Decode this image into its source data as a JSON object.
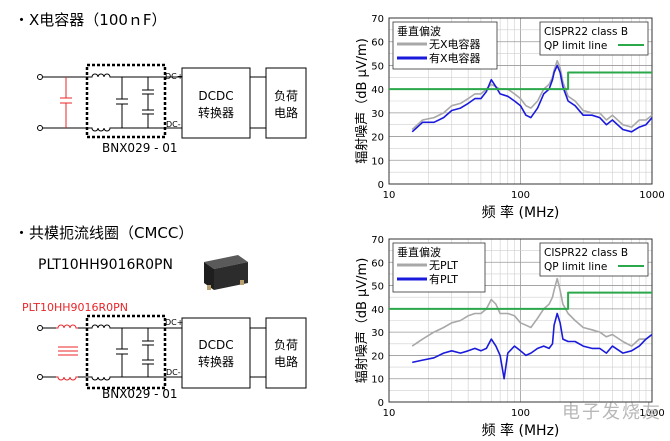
{
  "top": {
    "title": "・X电容器（100ｎF）",
    "module_label": "BNX029 - 01",
    "dc_plus": "DC+",
    "dc_minus": "DC-",
    "dcdc_line1": "DCDC",
    "dcdc_line2": "转换器",
    "load_line1": "负荷",
    "load_line2": "电路"
  },
  "bottom": {
    "title": "・共模扼流线圈（CMCC）",
    "part_number": "PLT10HH9016R0PN",
    "part_number_red": "PLT10HH9016R0PN",
    "module_label": "BNX029 - 01",
    "dc_plus": "DC+",
    "dc_minus": "DC-",
    "dcdc_line1": "DCDC",
    "dcdc_line2": "转换器",
    "load_line1": "负荷",
    "load_line2": "电路"
  },
  "watermark": "电子发烧友",
  "colors": {
    "red": "#e8262a",
    "blue": "#1a1adc",
    "gray": "#a8a8a8",
    "green": "#2aa84a"
  },
  "chart_data": [
    {
      "type": "line",
      "title": "",
      "xlabel": "频 率 (MHz)",
      "ylabel": "辐射噪声（dB μV/m)",
      "x_scale": "log",
      "xlim": [
        10,
        1000
      ],
      "ylim": [
        0,
        70
      ],
      "xticks": [
        "10",
        "100",
        "1000"
      ],
      "yticks": [
        "0",
        "10",
        "20",
        "30",
        "40",
        "50",
        "60",
        "70"
      ],
      "grid": true,
      "legend_title": "垂直偏波",
      "standard_box": [
        "CISPR22 class B",
        "QP limit line"
      ],
      "series": [
        {
          "name": "无X电容器",
          "color": "gray",
          "x": [
            15,
            18,
            22,
            26,
            30,
            35,
            40,
            45,
            50,
            55,
            60,
            65,
            70,
            80,
            90,
            100,
            110,
            120,
            135,
            150,
            165,
            175,
            180,
            190,
            200,
            210,
            230,
            260,
            300,
            350,
            400,
            450,
            500,
            600,
            700,
            800,
            900,
            1000
          ],
          "y": [
            23,
            27,
            28,
            30,
            33,
            34,
            36,
            38,
            38,
            40,
            42,
            41,
            40,
            40,
            38,
            36,
            33,
            32,
            35,
            40,
            42,
            45,
            48,
            52,
            49,
            43,
            37,
            35,
            31,
            30,
            30,
            27,
            29,
            25,
            24,
            27,
            27,
            29
          ]
        },
        {
          "name": "有X电容器",
          "color": "blue",
          "x": [
            15,
            18,
            22,
            26,
            30,
            35,
            40,
            45,
            50,
            55,
            60,
            65,
            70,
            80,
            90,
            100,
            110,
            120,
            135,
            150,
            165,
            175,
            180,
            190,
            200,
            210,
            230,
            260,
            300,
            350,
            400,
            450,
            500,
            600,
            700,
            800,
            900,
            1000
          ],
          "y": [
            22,
            26,
            26,
            28,
            31,
            32,
            34,
            36,
            36,
            39,
            44,
            41,
            38,
            37,
            35,
            33,
            29,
            28,
            32,
            38,
            40,
            44,
            47,
            50,
            47,
            41,
            35,
            33,
            29,
            29,
            28,
            25,
            27,
            23,
            22,
            24,
            25,
            28
          ]
        },
        {
          "name": "QP limit line",
          "color": "green",
          "x": [
            10,
            230,
            230,
            1000
          ],
          "y": [
            40,
            40,
            47,
            47
          ]
        }
      ]
    },
    {
      "type": "line",
      "title": "",
      "xlabel": "频 率 (MHz)",
      "ylabel": "辐射噪声（dB μV/m)",
      "x_scale": "log",
      "xlim": [
        10,
        1000
      ],
      "ylim": [
        0,
        70
      ],
      "xticks": [
        "10",
        "100",
        "1000"
      ],
      "yticks": [
        "0",
        "10",
        "20",
        "30",
        "40",
        "50",
        "60",
        "70"
      ],
      "grid": true,
      "legend_title": "垂直偏波",
      "standard_box": [
        "CISPR22 class B",
        "QP limit line"
      ],
      "series": [
        {
          "name": "无PLT",
          "color": "gray",
          "x": [
            15,
            18,
            22,
            26,
            30,
            35,
            40,
            45,
            50,
            55,
            60,
            65,
            70,
            80,
            90,
            100,
            110,
            120,
            135,
            150,
            165,
            175,
            180,
            190,
            200,
            210,
            230,
            260,
            300,
            350,
            400,
            450,
            500,
            600,
            700,
            800,
            900,
            1000
          ],
          "y": [
            24,
            27,
            30,
            32,
            34,
            35,
            37,
            38,
            38,
            40,
            44,
            42,
            38,
            38,
            37,
            34,
            33,
            32,
            36,
            40,
            42,
            45,
            48,
            53,
            48,
            42,
            38,
            35,
            32,
            31,
            30,
            28,
            29,
            26,
            24,
            27,
            27,
            29
          ]
        },
        {
          "name": "有PLT",
          "color": "blue",
          "x": [
            15,
            18,
            22,
            26,
            30,
            35,
            40,
            45,
            50,
            55,
            60,
            65,
            70,
            75,
            80,
            90,
            100,
            110,
            120,
            135,
            150,
            165,
            175,
            180,
            190,
            200,
            210,
            230,
            260,
            300,
            350,
            400,
            450,
            500,
            600,
            700,
            800,
            900,
            1000
          ],
          "y": [
            17,
            18,
            19,
            21,
            22,
            21,
            22,
            23,
            22,
            23,
            27,
            24,
            20,
            10,
            21,
            24,
            22,
            20,
            21,
            23,
            24,
            23,
            25,
            33,
            38,
            34,
            27,
            26,
            26,
            24,
            23,
            23,
            21,
            24,
            21,
            22,
            24,
            27,
            29
          ]
        },
        {
          "name": "QP limit line",
          "color": "green",
          "x": [
            10,
            230,
            230,
            1000
          ],
          "y": [
            40,
            40,
            47,
            47
          ]
        }
      ]
    }
  ]
}
